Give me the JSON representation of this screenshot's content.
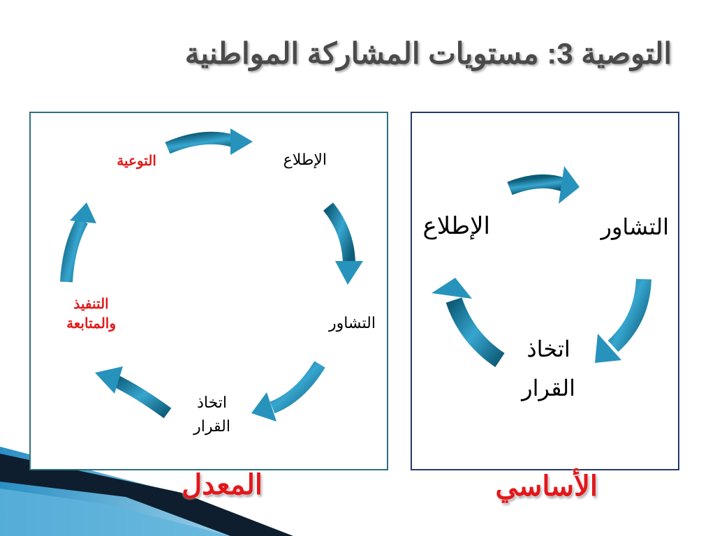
{
  "title": "التوصية 3: مستويات المشاركة المواطنية",
  "modified_panel": {
    "caption": "المعدل",
    "stages": {
      "awareness": "التوعية",
      "information": "الإطلاع",
      "consultation": "التشاور",
      "decision_line1": "اتخاذ",
      "decision_line2": "القرار",
      "implementation_line1": "التنفيذ",
      "implementation_line2": "والمتابعة"
    }
  },
  "basic_panel": {
    "caption": "الأساسي",
    "stages": {
      "information": "الإطلاع",
      "consultation": "التشاور",
      "decision_line1": "اتخاذ",
      "decision_line2": "القرار"
    }
  },
  "colors": {
    "arrow_dark": "#0d5c78",
    "arrow_light": "#37a6cf",
    "highlight_text": "#e01b1b",
    "caption": "#e3171b",
    "title": "#4a4a4a"
  }
}
